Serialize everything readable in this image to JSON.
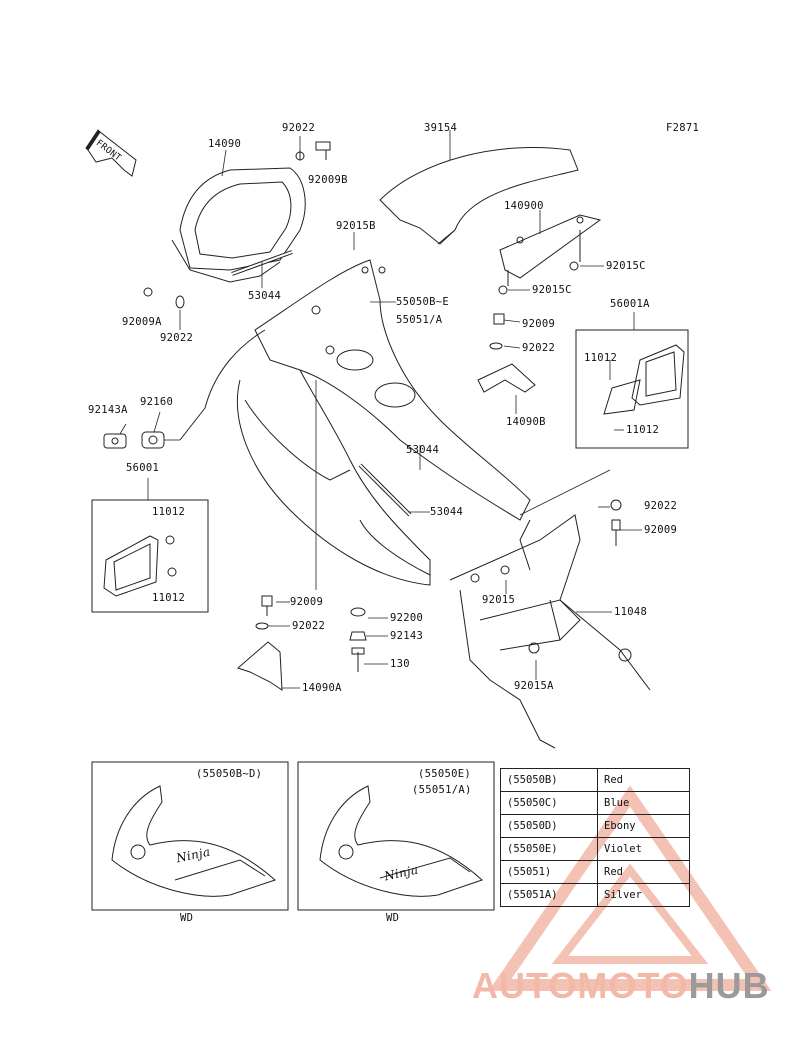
{
  "figure_id": "F2871",
  "front_label": "FRONT",
  "part_labels": {
    "p14090": "14090",
    "p92022_top": "92022",
    "p92009B": "92009B",
    "p39154": "39154",
    "p92015B": "92015B",
    "p140900": "140900",
    "p92015C_a": "92015C",
    "p92015C_b": "92015C",
    "p53044_a": "53044",
    "p92009A": "92009A",
    "p92022_left": "92022",
    "p55050": "55050B~E",
    "p55051": "55051/A",
    "p92009_mid": "92009",
    "p92022_mid": "92022",
    "p56001A": "56001A",
    "p11012_ra": "11012",
    "p11012_rb": "11012",
    "p14090B": "14090B",
    "p92143A": "92143A",
    "p92160": "92160",
    "p53044_b": "53044",
    "p53044_c": "53044",
    "p56001": "56001",
    "p11012_la": "11012",
    "p11012_lb": "11012",
    "p92022_r": "92022",
    "p92009_r": "92009",
    "p92015": "92015",
    "p11048": "11048",
    "p92009_low": "92009",
    "p92022_low": "92022",
    "p92200": "92200",
    "p92143": "92143",
    "p130": "130",
    "p14090A": "14090A",
    "p92015A": "92015A"
  },
  "insets": {
    "left_caption": "(55050B~D)",
    "right_caption_1": "(55050E)",
    "right_caption_2": "(55051/A)",
    "left_wd": "WD",
    "right_wd": "WD",
    "decal": "Ninja"
  },
  "color_table": [
    {
      "code": "(55050B)",
      "color": "Red"
    },
    {
      "code": "(55050C)",
      "color": "Blue"
    },
    {
      "code": "(55050D)",
      "color": "Ebony"
    },
    {
      "code": "(55050E)",
      "color": "Violet"
    },
    {
      "code": "(55051)",
      "color": "Red"
    },
    {
      "code": "(55051A)",
      "color": "Silver"
    }
  ],
  "watermark": {
    "part1": "AUTOMOTO",
    "part2": "HUB",
    "color_light": "#f2b8a8",
    "color_dark": "#9a9a9a"
  }
}
